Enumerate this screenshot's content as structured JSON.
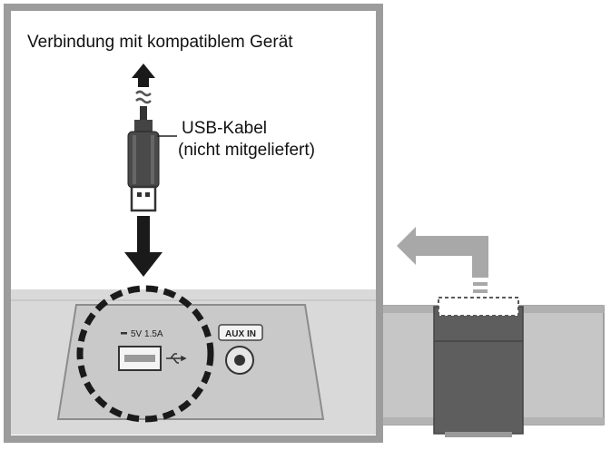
{
  "diagram": {
    "title": "Verbindung mit kompatiblem Gerät",
    "cable_label_line1": "USB-Kabel",
    "cable_label_line2": "(nicht mitgeliefert)",
    "port_rating_label": "5V 1.5A",
    "aux_port_label": "AUX IN",
    "usb_symbol": "usb-trident-icon"
  },
  "colors": {
    "frame_border": "#9c9c9c",
    "panel_fill": "#d9d9d9",
    "panel_dark": "#bdbdbd",
    "arrow_dark": "#1a1a1a",
    "arrow_light": "#a8a8a8",
    "device_fill": "#c6c6c6",
    "device_dark": "#5e5e5e"
  }
}
